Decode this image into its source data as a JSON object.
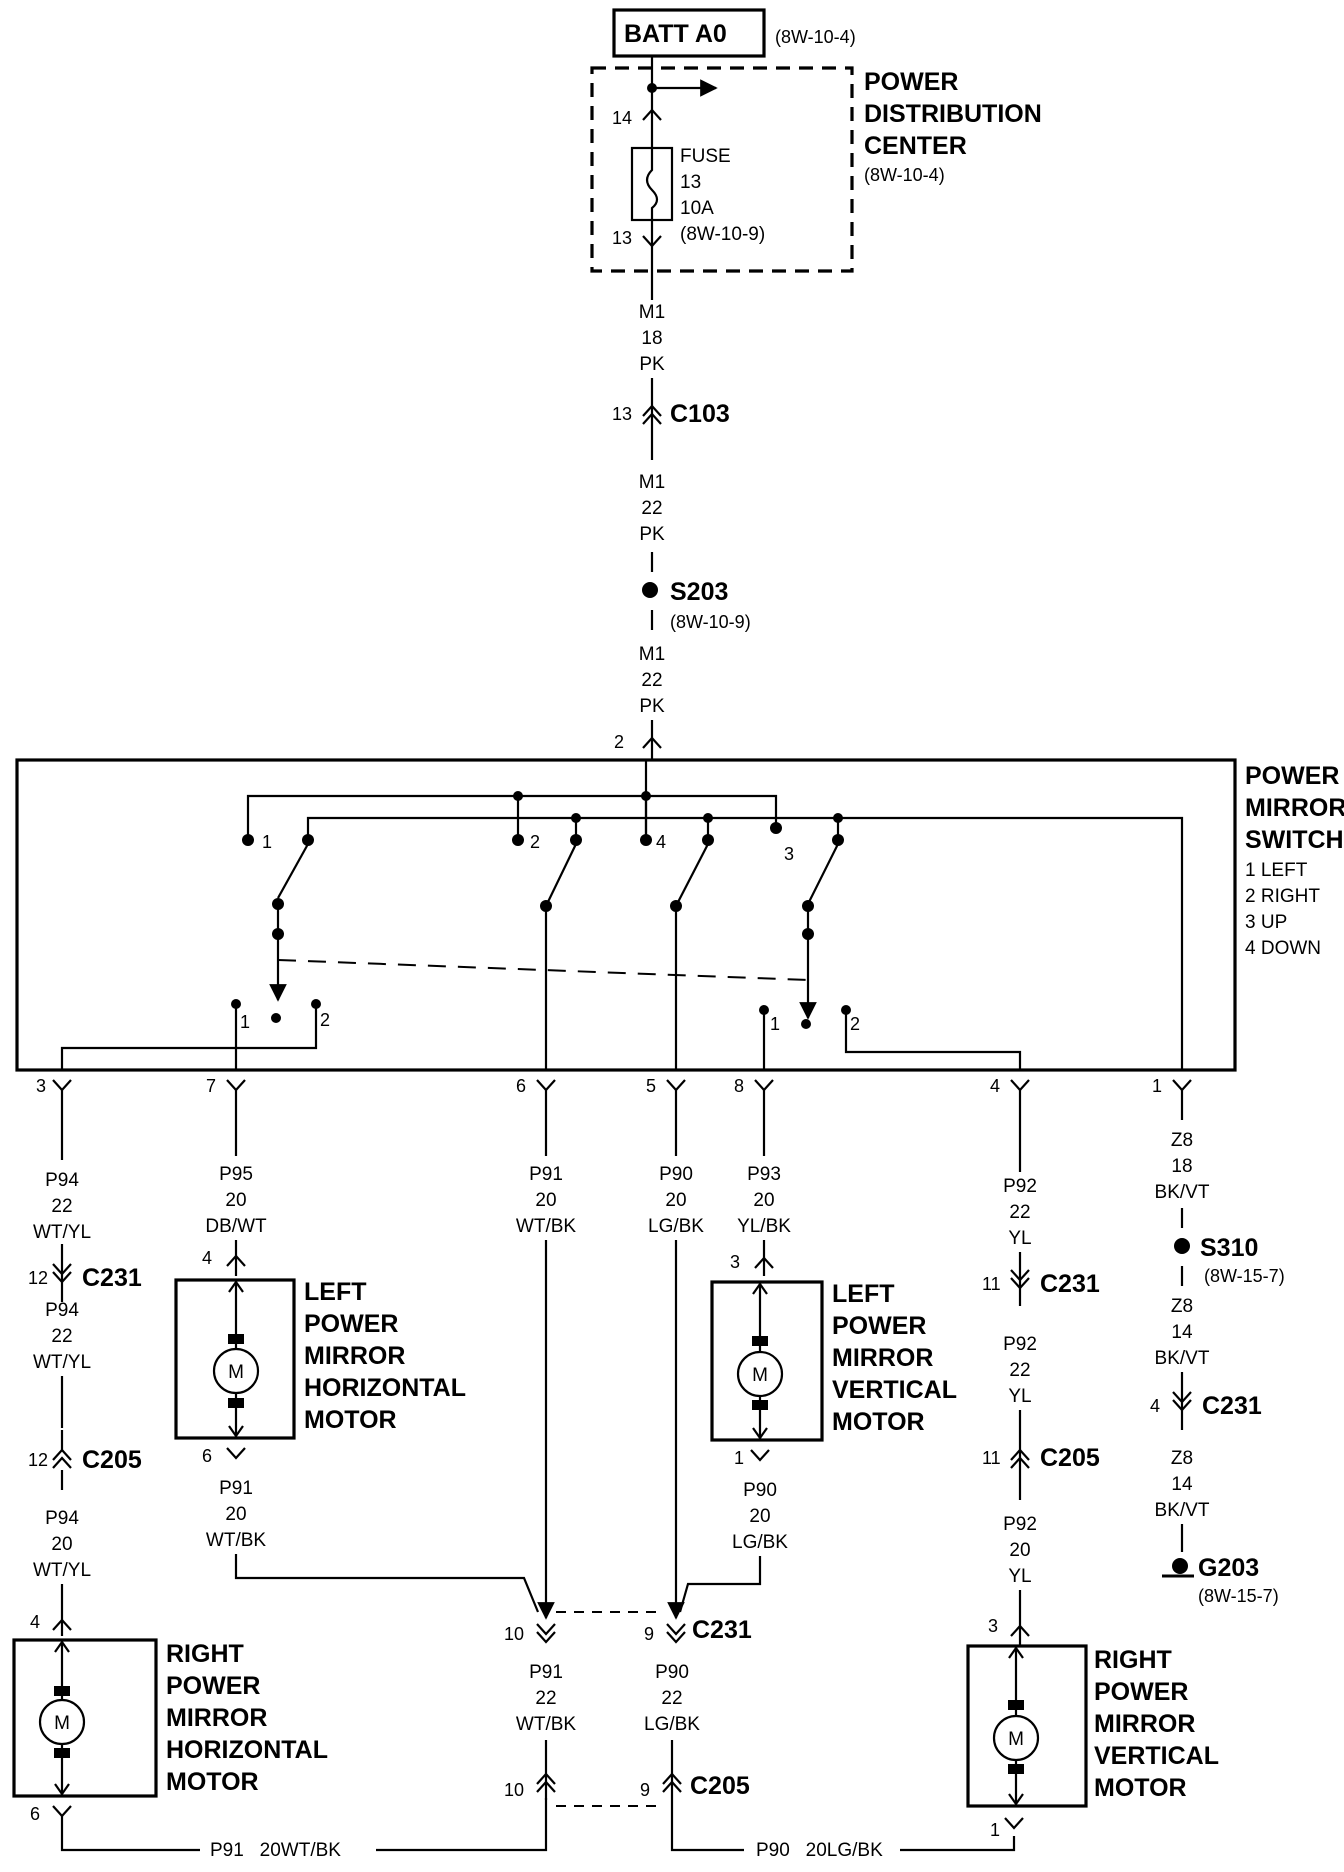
{
  "batt": {
    "label": "BATT A0",
    "ref": "(8W-10-4)"
  },
  "pdc": {
    "title_lines": [
      "POWER",
      "DISTRIBUTION",
      "CENTER"
    ],
    "ref": "(8W-10-4)",
    "pin_in": "14",
    "pin_out": "13",
    "fuse_lines": [
      "FUSE",
      "13",
      "10A",
      "(8W-10-9)"
    ]
  },
  "wire_m1_top": [
    "M1",
    "18",
    "PK"
  ],
  "wire_m1_mid": [
    "M1",
    "22",
    "PK"
  ],
  "wire_m1_low": [
    "M1",
    "22",
    "PK"
  ],
  "c103": {
    "name": "C103",
    "pin": "13"
  },
  "s203": {
    "name": "S203",
    "ref": "(8W-10-9)"
  },
  "switch": {
    "title_lines": [
      "POWER",
      "MIRROR",
      "SWITCH"
    ],
    "legend": [
      "1 LEFT",
      "2 RIGHT",
      "3 UP",
      "4 DOWN"
    ],
    "in_pin": "2",
    "internal": [
      "1",
      "2",
      "4",
      "3",
      "1",
      "2",
      "1",
      "2"
    ],
    "pins": [
      "3",
      "7",
      "6",
      "5",
      "8",
      "4",
      "1"
    ]
  },
  "wires": {
    "p94_top": [
      "P94",
      "22",
      "WT/YL"
    ],
    "p95": [
      "P95",
      "20",
      "DB/WT"
    ],
    "p91_top": [
      "P91",
      "20",
      "WT/BK"
    ],
    "p90_top": [
      "P90",
      "20",
      "LG/BK"
    ],
    "p93": [
      "P93",
      "20",
      "YL/BK"
    ],
    "p92_top": [
      "P92",
      "22",
      "YL"
    ],
    "z8_top": [
      "Z8",
      "18",
      "BK/VT"
    ],
    "p94_mid": [
      "P94",
      "22",
      "WT/YL"
    ],
    "p94_low": [
      "P94",
      "20",
      "WT/YL"
    ],
    "p91_left": [
      "P91",
      "20",
      "WT/BK"
    ],
    "p90_right": [
      "P90",
      "20",
      "LG/BK"
    ],
    "p92_mid": [
      "P92",
      "22",
      "YL"
    ],
    "p92_low": [
      "P92",
      "20",
      "YL"
    ],
    "z8_mid": [
      "Z8",
      "14",
      "BK/VT"
    ],
    "z8_low": [
      "Z8",
      "14",
      "BK/VT"
    ],
    "p91_bot": [
      "P91",
      "22",
      "WT/BK"
    ],
    "p90_bot": [
      "P90",
      "22",
      "LG/BK"
    ],
    "bottom_left": "P91   20WT/BK",
    "bottom_right": "P90   20LG/BK"
  },
  "connectors": {
    "c231": "C231",
    "c205": "C205",
    "pin12": "12",
    "pin11": "11",
    "pin4": "4",
    "pin10": "10",
    "pin9": "9"
  },
  "s310": {
    "name": "S310",
    "ref": "(8W-15-7)"
  },
  "g203": {
    "name": "G203",
    "ref": "(8W-15-7)"
  },
  "motors": {
    "lh": {
      "title_lines": [
        "LEFT",
        "POWER",
        "MIRROR",
        "HORIZONTAL",
        "MOTOR"
      ],
      "pin_top": "4",
      "pin_bot": "6",
      "symbol": "M"
    },
    "lv": {
      "title_lines": [
        "LEFT",
        "POWER",
        "MIRROR",
        "VERTICAL",
        "MOTOR"
      ],
      "pin_top": "3",
      "pin_bot": "1",
      "symbol": "M"
    },
    "rh": {
      "title_lines": [
        "RIGHT",
        "POWER",
        "MIRROR",
        "HORIZONTAL",
        "MOTOR"
      ],
      "pin_top": "4",
      "pin_bot": "6",
      "symbol": "M"
    },
    "rv": {
      "title_lines": [
        "RIGHT",
        "POWER",
        "MIRROR",
        "VERTICAL",
        "MOTOR"
      ],
      "pin_top": "3",
      "pin_bot": "1",
      "symbol": "M"
    }
  }
}
